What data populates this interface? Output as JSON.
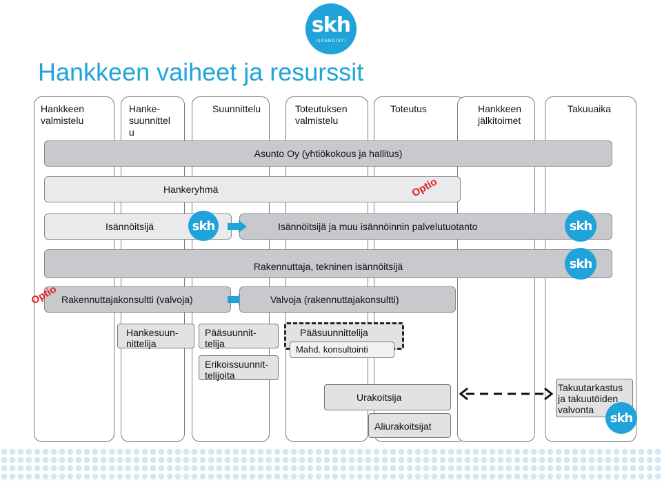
{
  "logo": {
    "text": "skh",
    "subtext": "ISÄNNÖINTI"
  },
  "title": "Hankkeen vaiheet ja resurssit",
  "phases": [
    "Hankkeen valmistelu",
    "Hanke-suunnittel u",
    "Suunnittelu",
    "Toteutuksen valmistelu",
    "Toteutus",
    "Hankkeen jälkitoimet",
    "Takuuaika"
  ],
  "bars": {
    "asunto": "Asunto Oy (yhtiökokous ja hallitus)",
    "hankeryhma": "Hankeryhmä",
    "isannoitsija": "Isännöitsijä",
    "isannoitsija_muu": "Isännöitsijä ja muu isännöinnin palvelutuotanto",
    "rakennuttaja": "Rakennuttaja, tekninen isännöitsijä",
    "rakennuttajakonsultti": "Rakennuttajakonsultti (valvoja)",
    "valvoja": "Valvoja (rakennuttajakonsultti)"
  },
  "optio": "Optio",
  "boxes": {
    "hankesuunnittelija": "Hankesuun-nittelija",
    "paasuunnittelija1": "Pääsuunnit-telija",
    "erikoissuunnittelijoita": "Erikoissuunnit-telijoita",
    "paasuunnittelija2": "Pääsuunnittelija",
    "mahd": "Mahd. konsultointi",
    "urakoitsija": "Urakoitsija",
    "aliurakoitsijat": "Aliurakoitsijat",
    "takuu": "Takuutarkastus ja takuutöiden valvonta"
  },
  "colors": {
    "accent": "#1fa3d9",
    "optio": "#e41e1e",
    "arrow": "#1fa3d9"
  }
}
